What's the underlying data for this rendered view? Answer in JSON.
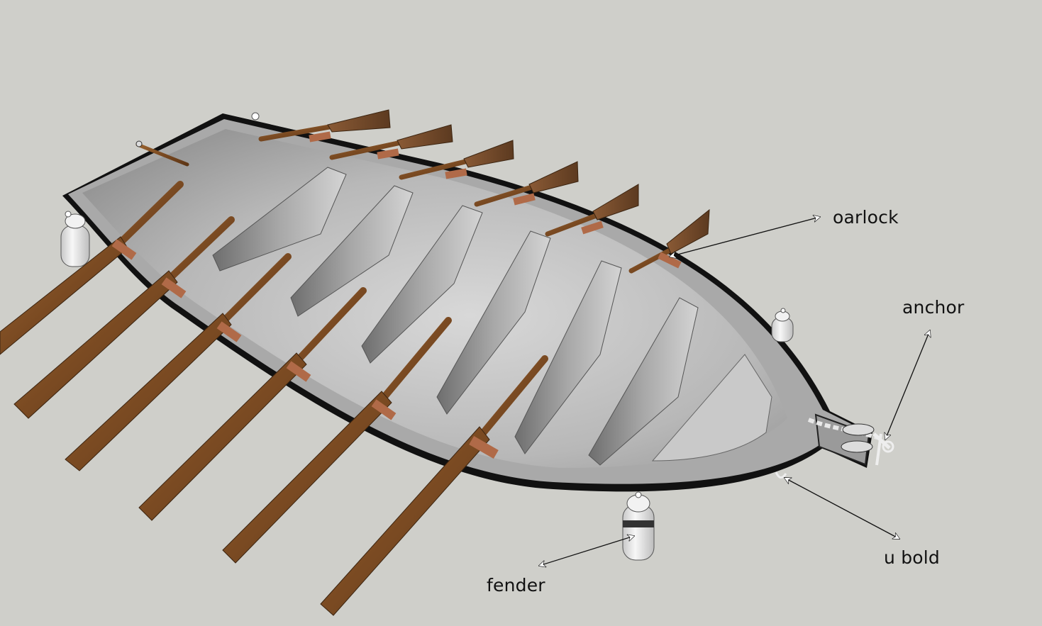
{
  "labels": {
    "oarlock": "oarlock",
    "anchor": "anchor",
    "fender": "fender",
    "u_bold": "u bold"
  },
  "colors": {
    "background": "#cfcfca",
    "hull_grey": "#b9b9b9",
    "hull_edge": "#1a1a1a",
    "wood": "#7a4a22",
    "oarlock_pad": "#b06a48",
    "fender": "#ececec",
    "arrow": "#ffffff"
  },
  "components": {
    "oar_count": 12,
    "thwart_count": 6,
    "fender_count": 4
  }
}
